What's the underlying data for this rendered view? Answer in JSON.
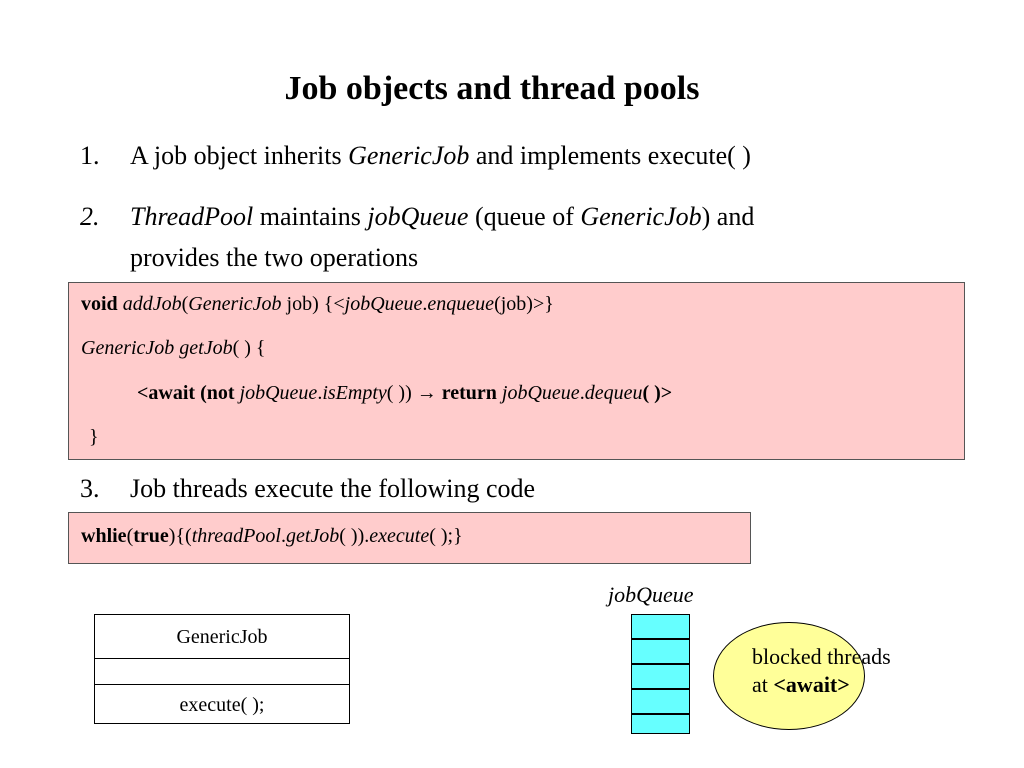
{
  "title": "Job objects and thread pools",
  "items": [
    {
      "number": "1.",
      "parts": [
        "A job object inherits ",
        "GenericJob",
        " and implements execute( )"
      ]
    },
    {
      "number": "2.",
      "parts": [
        "ThreadPool",
        " maintains ",
        "jobQueue",
        " (queue of ",
        "GenericJob",
        ") and",
        "provides the two operations"
      ]
    },
    {
      "number": "3.",
      "parts": [
        "Job threads execute the following code"
      ]
    }
  ],
  "code_box_1": {
    "line1": [
      "void",
      " ",
      "addJob",
      "(",
      "GenericJob",
      " job) {<",
      "jobQueue",
      ".",
      "enqueue",
      "(job)>}"
    ],
    "line2": [
      "GenericJob getJob",
      "( ) {"
    ],
    "line3": [
      "<",
      "await",
      " (",
      "not",
      " ",
      "jobQueue",
      ".",
      "isEmpty",
      "( )) → ",
      " ",
      "return",
      " ",
      "jobQueue",
      ".",
      "dequeu",
      "( )>"
    ],
    "line4": "}"
  },
  "code_box_2": [
    "whlie",
    "(",
    "true",
    "){(",
    "threadPool",
    ".",
    "getJob",
    "( )).",
    "execute",
    "( );}"
  ],
  "uml": {
    "class_name": "GenericJob",
    "method": "execute( );"
  },
  "queue": {
    "label": "jobQueue",
    "cells": 5
  },
  "blocked": {
    "line1": "blocked threads",
    "line2_prefix": "at ",
    "line2_bold": "<await>"
  }
}
